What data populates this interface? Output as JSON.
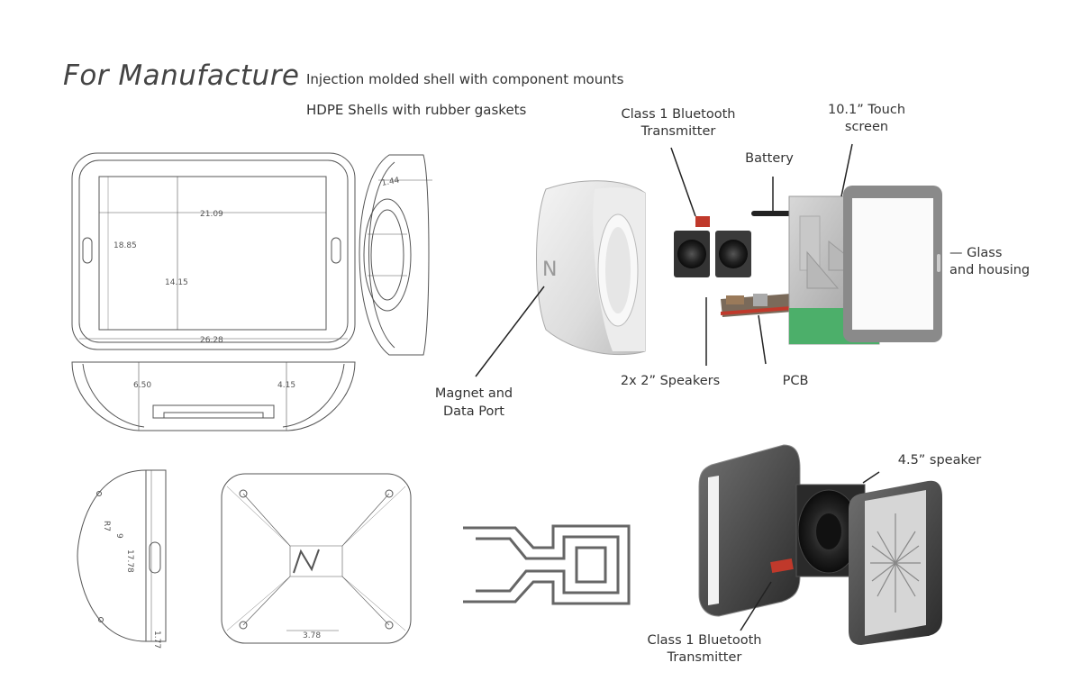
{
  "heading": "For Manufacture",
  "notes": {
    "line1": "Injection molded shell with component mounts",
    "line2": "HDPE Shells with rubber gaskets"
  },
  "callouts": {
    "bt_top_1": "Class 1 Bluetooth",
    "bt_top_2": "Transmitter",
    "battery": "Battery",
    "touch_1": "10.1” Touch",
    "touch_2": "screen",
    "glass_1": "— Glass",
    "glass_2": "and housing",
    "speakers": "2x 2” Speakers",
    "pcb": "PCB",
    "magnet_1": "Magnet and",
    "magnet_2": "Data  Port",
    "speaker45": "4.5” speaker",
    "bt_bottom_1": "Class 1 Bluetooth",
    "bt_bottom_2": "Transmitter"
  },
  "dimensions": {
    "width_inner": "21.09",
    "height_outer": "18.85",
    "height_inner": "14.15",
    "width_outer": "26.28",
    "side_depth": "1.44",
    "bottom_depth": "6.50",
    "bottom_depth2": "4.15",
    "speaker_r": "R7",
    "speaker_9": "9",
    "speaker_h": "17.78",
    "speaker_d": "1.77",
    "speaker_w": "3.78"
  },
  "colors": {
    "line": "#555555",
    "accent_red": "#c0392b",
    "pcb_green": "#4caf6a"
  }
}
